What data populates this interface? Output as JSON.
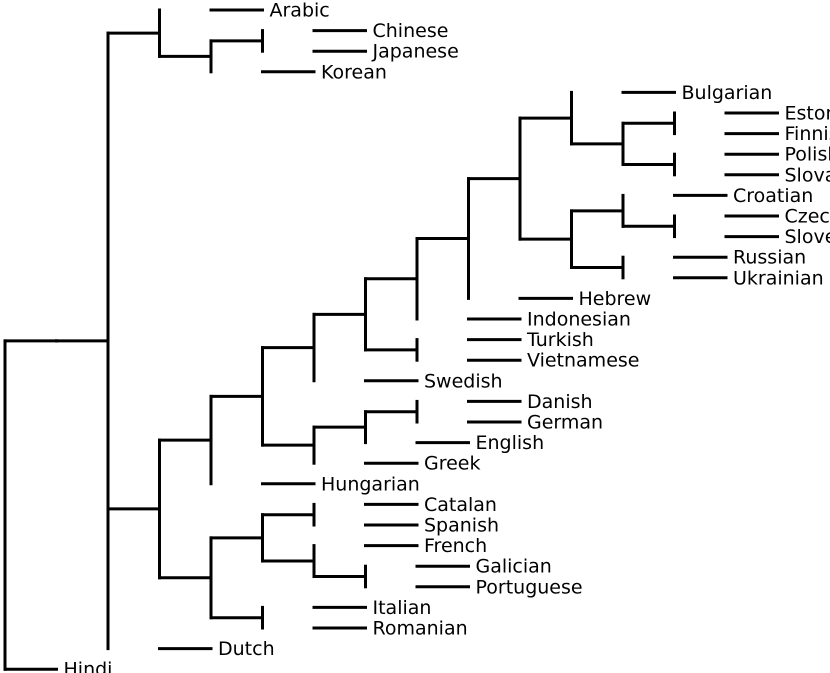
{
  "dendrogram": {
    "leaves": [
      "Arabic",
      "Chinese",
      "Japanese",
      "Korean",
      "Bulgarian",
      "Estonian",
      "Finnish",
      "Polish",
      "Slovak",
      "Croatian",
      "Czech",
      "Slovenian",
      "Russian",
      "Ukrainian",
      "Hebrew",
      "Indonesian",
      "Turkish",
      "Vietnamese",
      "Swedish",
      "Danish",
      "German",
      "English",
      "Greek",
      "Hungarian",
      "Catalan",
      "Spanish",
      "French",
      "Galician",
      "Portuguese",
      "Italian",
      "Romanian",
      "Dutch",
      "Hindi"
    ],
    "tree": [
      [
        [
          "Arabic",
          [
            [
              "Chinese",
              "Japanese"
            ],
            "Korean"
          ]
        ],
        [
          [
            [
              [
                [
                  [
                    [
                      [
                        [
                          "Bulgarian",
                          [
                            [
                              "Estonian",
                              "Finnish"
                            ],
                            [
                              "Polish",
                              "Slovak"
                            ]
                          ]
                        ],
                        [
                          [
                            "Croatian",
                            [
                              "Czech",
                              "Slovenian"
                            ]
                          ],
                          [
                            "Russian",
                            "Ukrainian"
                          ]
                        ]
                      ],
                      "Hebrew"
                    ],
                    "Indonesian"
                  ],
                  [
                    "Turkish",
                    "Vietnamese"
                  ]
                ],
                "Swedish"
              ],
              [
                [
                  [
                    "Danish",
                    "German"
                  ],
                  "English"
                ],
                "Greek"
              ]
            ],
            "Hungarian"
          ],
          [
            [
              [
                "Catalan",
                "Spanish"
              ],
              [
                "French",
                [
                  "Galician",
                  "Portuguese"
                ]
              ]
            ],
            [
              "Italian",
              "Romanian"
            ]
          ]
        ],
        "Dutch"
      ]
    ],
    "root_pair_with": "Hindi",
    "line_color": "#000000",
    "text_color": "#000000",
    "background": "#ffffff"
  }
}
